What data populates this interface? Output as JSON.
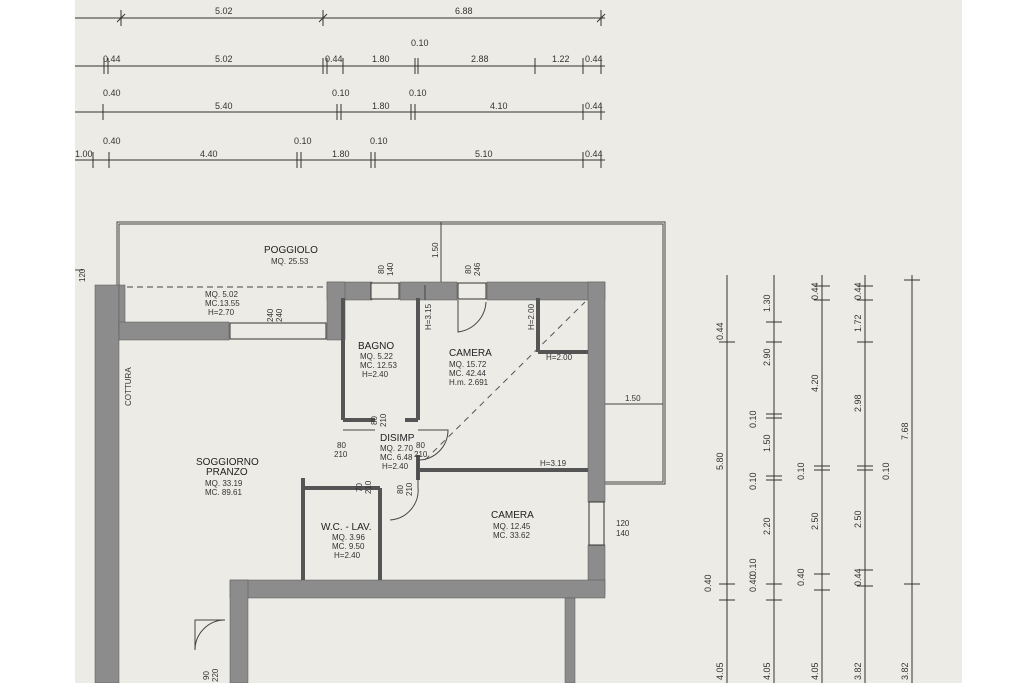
{
  "colors": {
    "paper": "#ecebe6",
    "wall": "#8c8c8c",
    "line": "#333333"
  },
  "top_dimensions": {
    "row1": [
      "5.02",
      "6.88"
    ],
    "row2": [
      "0.44",
      "5.02",
      "0.44",
      "1.80",
      "0.10",
      "2.88",
      "1.22",
      "0.44"
    ],
    "row3": [
      "0.40",
      "5.40",
      "0.10",
      "1.80",
      "0.10",
      "4.10",
      "0.44"
    ],
    "row4": [
      "0.40",
      "1.00",
      "4.40",
      "0.10",
      "1.80",
      "0.10",
      "5.10",
      "0.44"
    ]
  },
  "rooms": {
    "poggiolo": {
      "name": "POGGIOLO",
      "mq": "MQ. 25.53"
    },
    "terrace": {
      "mq": "MQ. 5.02",
      "mc": "MC.13.55",
      "h": "H=2.70"
    },
    "bagno": {
      "name": "BAGNO",
      "mq": "MQ. 5.22",
      "mc": "MC. 12.53",
      "h": "H=2.40"
    },
    "camera1": {
      "name": "CAMERA",
      "mq": "MQ. 15.72",
      "mc": "MC. 42.44",
      "h": "H.m. 2.691"
    },
    "disimp": {
      "name": "DISIMP",
      "mq": "MQ. 2.70",
      "mc": "MC. 6.48",
      "h": "H=2.40"
    },
    "soggiorno": {
      "name1": "SOGGIORNO",
      "name2": "PRANZO",
      "mq": "MQ. 33.19",
      "mc": "MC. 89.61"
    },
    "wc": {
      "name": "W.C. - LAV.",
      "mq": "MQ. 3.96",
      "mc": "MC. 9.50",
      "h": "H=2.40"
    },
    "camera2": {
      "name": "CAMERA",
      "mq": "MQ. 12.45",
      "mc": "MC. 33.62"
    },
    "cottura": "COTTURA"
  },
  "plan_labels": {
    "w120": "120",
    "d150a": "1.50",
    "d150b": "1.50",
    "d80_140a": "80",
    "d80_140b": "140",
    "d80_246a": "80",
    "d80_246b": "246",
    "d240a": "240",
    "d240b": "240",
    "h315": "H=3.15",
    "h200a": "H=2.00",
    "h200b": "H=2.00",
    "h319": "H=3.19",
    "d80_210a": "80",
    "d80_210b": "210",
    "d80_210c": "80",
    "d80_210d": "210",
    "d80_210e": "80",
    "d80_210f": "210",
    "d80_210g": "80",
    "d80_210h": "210",
    "d70_210a": "70",
    "d70_210b": "210",
    "d120_140a": "120",
    "d120_140b": "140",
    "d90_220a": "90",
    "d90_220b": "220"
  },
  "side_dimensions": {
    "col1": [
      "0.44",
      "5.80",
      "0.40",
      "4.05"
    ],
    "col2": [
      "1.30",
      "0.10",
      "2.90",
      "0.10",
      "1.50",
      "0.10",
      "2.20",
      "0.40",
      "4.05"
    ],
    "col3": [
      "0.44",
      "4.20",
      "0.10",
      "2.50",
      "0.40",
      "4.05"
    ],
    "col4": [
      "0.44",
      "1.72",
      "2.98",
      "0.10",
      "2.50",
      "0.44",
      "3.82"
    ],
    "col5": [
      "7.68",
      "3.82"
    ]
  }
}
